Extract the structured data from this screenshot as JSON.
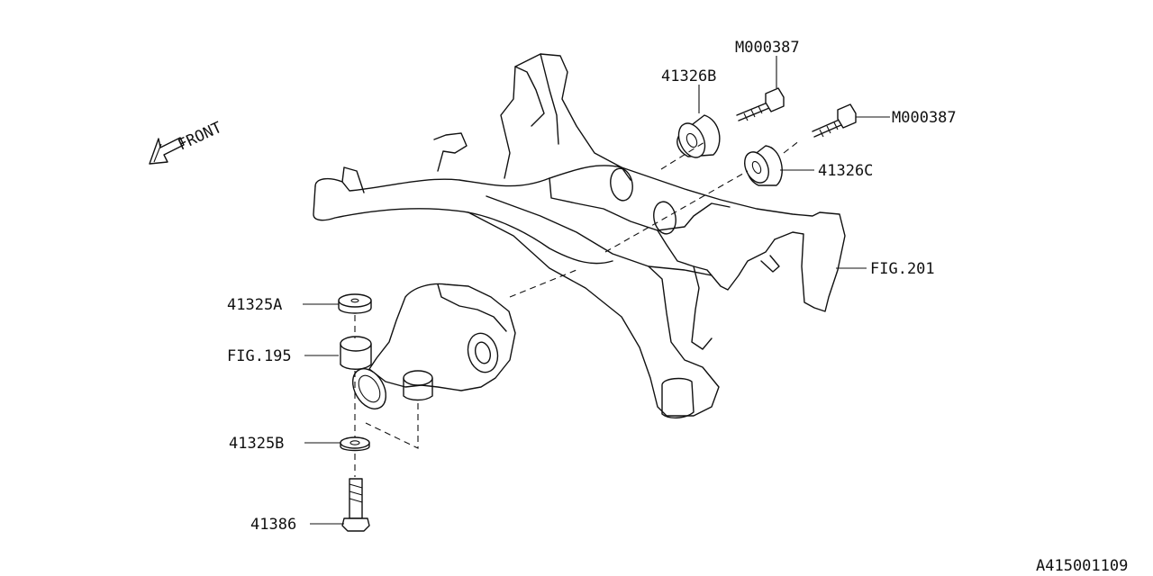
{
  "front_label": "FRONT",
  "labels": {
    "m000387_top": "M000387",
    "m000387_right": "M000387",
    "p41326b": "41326B",
    "p41326c": "41326C",
    "fig201": "FIG.201",
    "p41325a": "41325A",
    "fig195": "FIG.195",
    "p41325b": "41325B",
    "p41386": "41386"
  },
  "diagram_id": "A415001109",
  "icons": [
    "front-arrow-icon"
  ]
}
